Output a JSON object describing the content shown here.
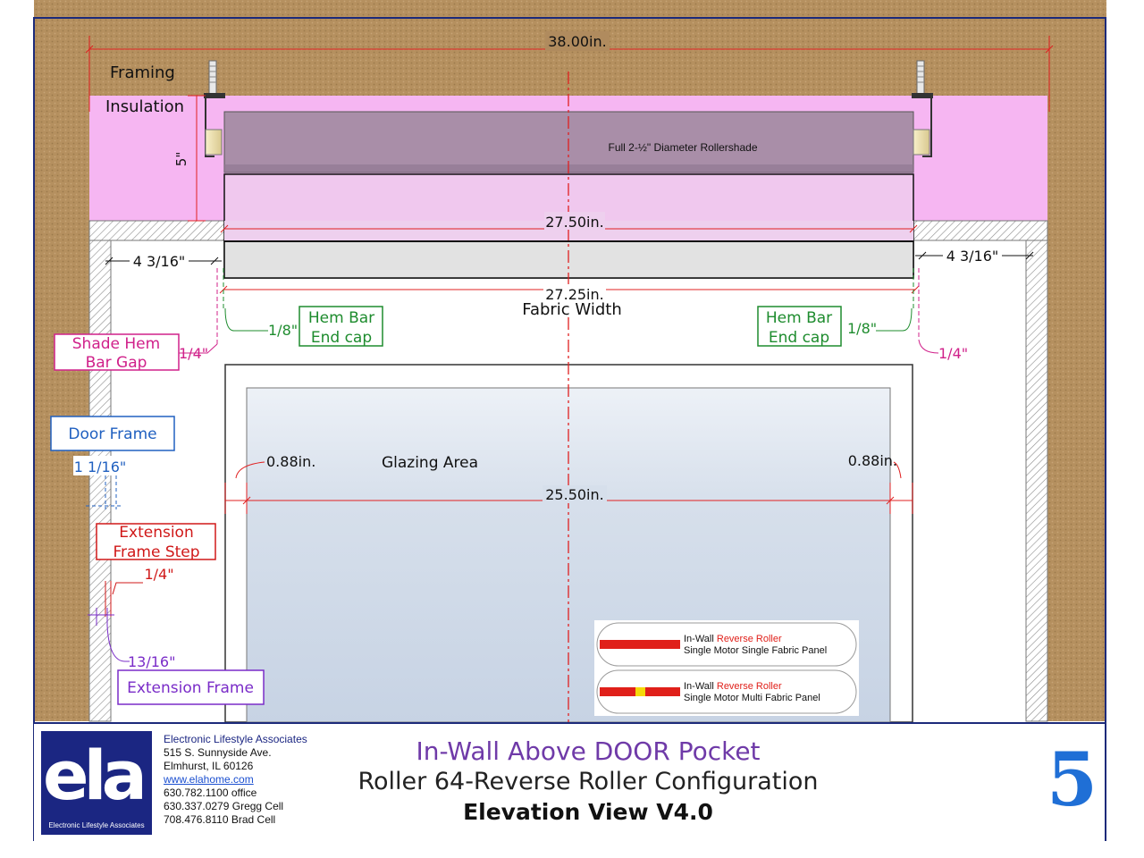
{
  "dimensions": {
    "overall_width": "38.00in.",
    "roller_height": "5\"",
    "pocket_width": "27.50in.",
    "left_offset": "4 3/16\"",
    "right_offset": "4 3/16\"",
    "fabric_width_value": "27.25in.",
    "fabric_width_label": "Fabric Width",
    "hem_gap_left": "1/8\"",
    "hem_gap_right": "1/8\"",
    "shade_gap_left": "1/4\"",
    "shade_gap_right": "1/4\"",
    "glazing_left_margin": "0.88in.",
    "glazing_right_margin": "0.88in.",
    "glazing_width": "25.50in.",
    "door_frame_dim": "1 1/16\"",
    "extension_step_dim": "1/4\"",
    "extension_frame_dim": "13/16\""
  },
  "labels": {
    "framing": "Framing",
    "insulation": "Insulation",
    "rollershade": "Full 2-½\" Diameter Rollershade",
    "hem_bar_left_line1": "Hem Bar",
    "hem_bar_left_line2": "End cap",
    "hem_bar_right_line1": "Hem Bar",
    "hem_bar_right_line2": "End cap",
    "shade_hem_gap_line1": "Shade Hem",
    "shade_hem_gap_line2": "Bar Gap",
    "door_frame": "Door Frame",
    "extension_step_line1": "Extension",
    "extension_step_line2": "Frame Step",
    "extension_frame": "Extension Frame",
    "glazing_area": "Glazing Area"
  },
  "legend": {
    "row1_prefix": "In-Wall ",
    "row1_highlight": "Reverse Roller",
    "row1_desc": "Single Motor Single Fabric Panel",
    "row2_prefix": "In-Wall ",
    "row2_highlight": "Reverse Roller",
    "row2_desc": "Single Motor Multi Fabric Panel"
  },
  "company": {
    "name": "Electronic Lifestyle Associates",
    "street": "515 S. Sunnyside Ave.",
    "city": "Elmhurst, IL 60126",
    "website": "www.elahome.com",
    "office": "630.782.1100 office",
    "cell1": "630.337.0279 Gregg Cell",
    "cell2": "708.476.8110 Brad Cell",
    "logo_text": "ela",
    "logo_caption": "Electronic Lifestyle Associates"
  },
  "title_block": {
    "title1": "In-Wall Above DOOR Pocket",
    "title2": "Roller 64-Reverse Roller Configuration",
    "title3": "Elevation View V4.0",
    "page_number": "5"
  },
  "colors": {
    "framing": "#b08b5e",
    "insulation": "#f6b6f2",
    "rollershade": "#a98ea8",
    "dimension_red": "#e02020",
    "hem_green": "#1e8c2e",
    "shade_magenta": "#d0208a",
    "door_blue": "#2060c0",
    "extension_red": "#d01818",
    "extension_purple": "#7a2cc8",
    "legend_highlight": "#e0201a",
    "title_purple": "#6f3aa8",
    "logo_blue": "#1b2682"
  }
}
